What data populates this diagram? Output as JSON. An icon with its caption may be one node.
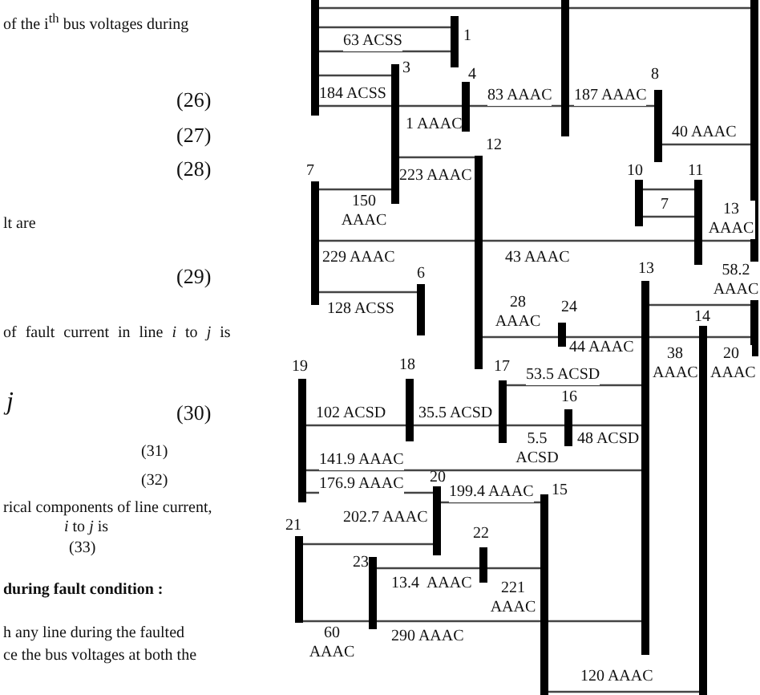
{
  "diagram": {
    "nodes": [
      {
        "text": [],
        "shape": "bar"
      },
      {
        "text": [
          "1"
        ]
      },
      {
        "text": [
          "3"
        ]
      },
      {
        "text": [
          "4"
        ]
      },
      {
        "text": [],
        "shape": "bar"
      },
      {
        "text": [
          "8"
        ]
      },
      {
        "text": [
          "12"
        ]
      },
      {
        "text": [
          "7"
        ]
      },
      {
        "text": [
          "10"
        ]
      },
      {
        "text": [
          "11"
        ]
      },
      {
        "text": [],
        "shape": "bar"
      },
      {
        "text": [
          "6"
        ]
      },
      {
        "text": [
          "13"
        ]
      },
      {
        "text": [
          "24"
        ]
      },
      {
        "text": [
          "14"
        ]
      },
      {
        "text": [
          "19"
        ]
      },
      {
        "text": [
          "18"
        ]
      },
      {
        "text": [
          "17"
        ]
      },
      {
        "text": [
          "16"
        ]
      },
      {
        "text": [
          "20"
        ]
      },
      {
        "text": [
          "21"
        ]
      },
      {
        "text": [
          "15"
        ]
      },
      {
        "text": [
          "22"
        ]
      },
      {
        "text": [
          "23"
        ]
      }
    ],
    "edges": [
      {
        "from": 0,
        "to": 1,
        "arrow": "none",
        "label": "63 ACSS"
      },
      {
        "from": 0,
        "to": 2,
        "arrow": "none",
        "label": "184 ACSS"
      },
      {
        "from": 0,
        "to": 3,
        "arrow": "none",
        "label": "1 AAAC"
      },
      {
        "from": 3,
        "to": 4,
        "arrow": "none",
        "label": "83 AAAC"
      },
      {
        "from": 4,
        "to": 5,
        "arrow": "none",
        "label": "187 AAAC"
      },
      {
        "from": 5,
        "to": 10,
        "arrow": "none",
        "label": "40 AAAC"
      },
      {
        "from": 2,
        "to": 6,
        "arrow": "none",
        "label": "223 AAAC"
      },
      {
        "from": 7,
        "to": 2,
        "arrow": "none",
        "label": "150 AAAC"
      },
      {
        "from": 8,
        "to": 9,
        "arrow": "none",
        "label": "7"
      },
      {
        "from": 9,
        "to": 10,
        "arrow": "none",
        "label": "13 AAAC"
      },
      {
        "from": 7,
        "to": 6,
        "arrow": "none",
        "label": "229 AAAC"
      },
      {
        "from": 6,
        "to": 9,
        "arrow": "none",
        "label": "43 AAAC"
      },
      {
        "from": 7,
        "to": 11,
        "arrow": "none",
        "label": "128 ACSS"
      },
      {
        "from": 6,
        "to": 13,
        "arrow": "none",
        "label": "28 AAAC"
      },
      {
        "from": 13,
        "to": 12,
        "arrow": "none",
        "label": "44 AAAC"
      },
      {
        "from": 12,
        "to": 10,
        "arrow": "none",
        "label": "58.2 AAAC"
      },
      {
        "from": 12,
        "to": 14,
        "arrow": "none",
        "label": "38 AAAC"
      },
      {
        "from": 14,
        "to": 10,
        "arrow": "none",
        "label": "20 AAAC"
      },
      {
        "from": 17,
        "to": 12,
        "arrow": "none",
        "label": "53.5 ACSD"
      },
      {
        "from": 15,
        "to": 16,
        "arrow": "none",
        "label": "102 ACSD"
      },
      {
        "from": 16,
        "to": 17,
        "arrow": "none",
        "label": "35.5 ACSD"
      },
      {
        "from": 17,
        "to": 18,
        "arrow": "none",
        "label": "5.5 ACSD"
      },
      {
        "from": 18,
        "to": 12,
        "arrow": "none",
        "label": "48 ACSD"
      },
      {
        "from": 15,
        "to": 12,
        "arrow": "none",
        "label": "141.9 AAAC"
      },
      {
        "from": 15,
        "to": 19,
        "arrow": "none",
        "label": "176.9 AAAC"
      },
      {
        "from": 19,
        "to": 21,
        "arrow": "none",
        "label": "199.4 AAAC"
      },
      {
        "from": 20,
        "to": 19,
        "arrow": "none",
        "label": "202.7 AAAC"
      },
      {
        "from": 23,
        "to": 22,
        "arrow": "none",
        "label": "13.4  AAAC"
      },
      {
        "from": 22,
        "to": 21,
        "arrow": "none",
        "label": "221 AAAC"
      },
      {
        "from": 20,
        "to": 23,
        "arrow": "none",
        "label": "60 AAAC"
      },
      {
        "from": 23,
        "to": 12,
        "arrow": "none",
        "label": "290 AAAC"
      },
      {
        "from": 21,
        "to": 14,
        "arrow": "none",
        "label": "120 AAAC"
      },
      {
        "from": 0,
        "to": 4,
        "arrow": "none"
      },
      {
        "from": 4,
        "to": 10,
        "arrow": "none"
      }
    ],
    "labels": [
      "of the i$^{th}$ bus voltages during",
      "(26)",
      "(27)",
      "(28)",
      "lt are",
      "(29)",
      "of fault current in line *i* to *j* is",
      "*j*",
      "(30)",
      "(31)",
      "(32)",
      "rical components of line current,",
      "*i* to *j* is",
      "(33)",
      "during fault condition :",
      "h any line during the faulted",
      "ce the bus voltages at both the"
    ]
  }
}
